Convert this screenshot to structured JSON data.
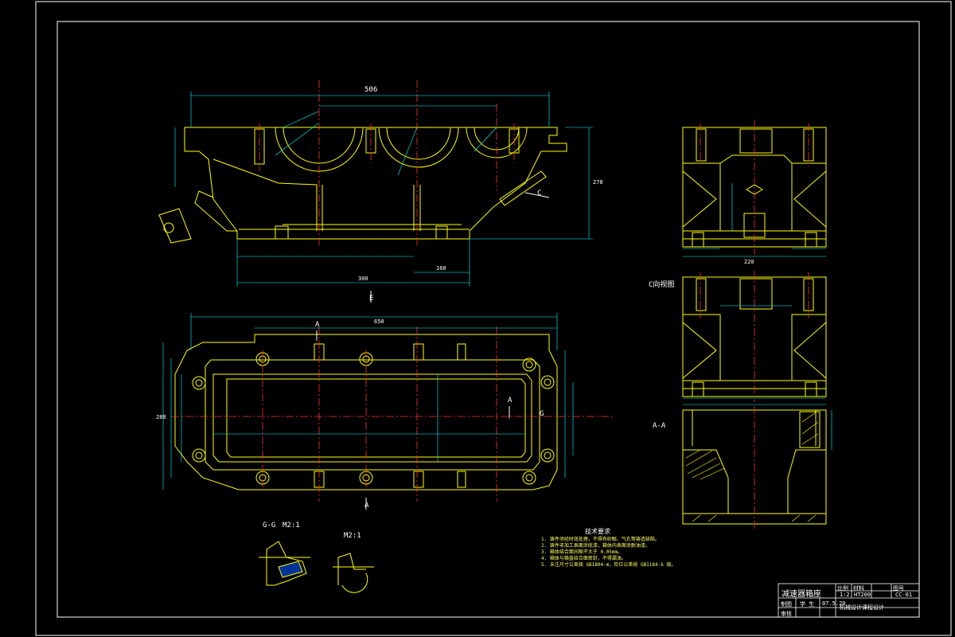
{
  "colors": {
    "background": "#000000",
    "border": "#ffffff",
    "outline": "#ffff00",
    "center_line": "#ff3333",
    "dimension": "#00ffff",
    "hatch": "#ffff00",
    "text": "#ffffff"
  },
  "drawing": {
    "views": {
      "top_dim_total": "506",
      "dim_278": "278",
      "dim_300": "300",
      "dim_220": "220",
      "dim_160": "160",
      "section_e": "E",
      "section_a": "A",
      "section_g_left": "G",
      "section_c": "C",
      "view_c_label": "C向视图",
      "section_aa": "A-A",
      "section_gg": "G-G",
      "scale_gg": "M2:1",
      "scale_m": "M2:1",
      "dim_650": "650",
      "dim_288": "288"
    },
    "tech_req": {
      "title": "技术要求",
      "items": [
        "1. 铸件须经时效处理，不得有砂眼、气孔等铸造缺陷。",
        "2. 铸件非加工表面涂底漆，箱体内表面涂耐油漆。",
        "3. 箱体结合面间隙不大于 0.05mm。",
        "4. 箱体与箱盖结合面密封，不得漏油。",
        "5. 未注尺寸公差按 GB1804-m，形位公差按 GB1184-k 级。"
      ]
    },
    "title_block": {
      "part_name": "减速器箱座",
      "scale_label": "比例",
      "scale": "1:2",
      "material_label": "材料",
      "material": "HT200",
      "drawing_no_label": "图号",
      "drawing_no": "CC-01",
      "designer_label": "制图",
      "designer": "学 生",
      "date": "07.5.20",
      "checker_label": "审核",
      "school": "机械设计课程设计"
    }
  }
}
